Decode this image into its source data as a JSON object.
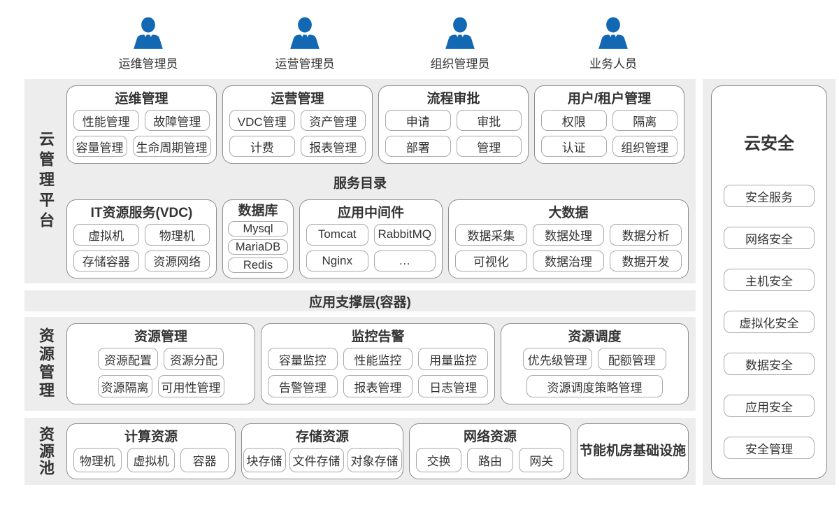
{
  "colors": {
    "accent_blue": "#1268b3",
    "panel_bg": "#ededed"
  },
  "actors": [
    {
      "label": "运维管理员"
    },
    {
      "label": "运营管理员"
    },
    {
      "label": "组织管理员"
    },
    {
      "label": "业务人员"
    }
  ],
  "cloud_platform": {
    "side_label": "云管理平台",
    "row1": [
      {
        "title": "运维管理",
        "rows": [
          [
            "性能管理",
            "故障管理"
          ],
          [
            "容量管理",
            "生命周期管理"
          ]
        ]
      },
      {
        "title": "运营管理",
        "rows": [
          [
            "VDC管理",
            "资产管理"
          ],
          [
            "计费",
            "报表管理"
          ]
        ]
      },
      {
        "title": "流程审批",
        "rows": [
          [
            "申请",
            "审批"
          ],
          [
            "部署",
            "管理"
          ]
        ]
      },
      {
        "title": "用户/租户管理",
        "rows": [
          [
            "权限",
            "隔离"
          ],
          [
            "认证",
            "组织管理"
          ]
        ]
      }
    ],
    "service_catalog_label": "服务目录",
    "row2": {
      "it_services": {
        "title": "IT资源服务(VDC)",
        "rows": [
          [
            "虚拟机",
            "物理机"
          ],
          [
            "存储容器",
            "资源网络"
          ]
        ]
      },
      "database": {
        "title": "数据库",
        "items": [
          "Mysql",
          "MariaDB",
          "Redis"
        ]
      },
      "middleware": {
        "title": "应用中间件",
        "rows": [
          [
            "Tomcat",
            "RabbitMQ"
          ],
          [
            "Nginx",
            "…"
          ]
        ]
      },
      "bigdata": {
        "title": "大数据",
        "rows": [
          [
            "数据采集",
            "数据处理",
            "数据分析"
          ],
          [
            "可视化",
            "数据治理",
            "数据开发"
          ]
        ]
      }
    }
  },
  "support_layer": {
    "label": "应用支撑层(容器)"
  },
  "resource_mgmt": {
    "side_label": "资源管理",
    "groups": [
      {
        "title": "资源管理",
        "rows": [
          [
            "资源配置",
            "资源分配"
          ],
          [
            "资源隔离",
            "可用性管理"
          ]
        ]
      },
      {
        "title": "监控告警",
        "rows": [
          [
            "容量监控",
            "性能监控",
            "用量监控"
          ],
          [
            "告警管理",
            "报表管理",
            "日志管理"
          ]
        ]
      },
      {
        "title": "资源调度",
        "rows": [
          [
            "优先级管理",
            "配额管理"
          ],
          [
            "资源调度策略管理"
          ]
        ]
      }
    ]
  },
  "resource_pool": {
    "side_label": "资源池",
    "groups": [
      {
        "title": "计算资源",
        "items": [
          "物理机",
          "虚拟机",
          "容器"
        ]
      },
      {
        "title": "存储资源",
        "items": [
          "块存储",
          "文件存储",
          "对象存储"
        ]
      },
      {
        "title": "网络资源",
        "items": [
          "交换",
          "路由",
          "网关"
        ]
      }
    ],
    "infra_label": "节能机房基础设施"
  },
  "security": {
    "title": "云安全",
    "items": [
      "安全服务",
      "网络安全",
      "主机安全",
      "虚拟化安全",
      "数据安全",
      "应用安全",
      "安全管理"
    ]
  }
}
